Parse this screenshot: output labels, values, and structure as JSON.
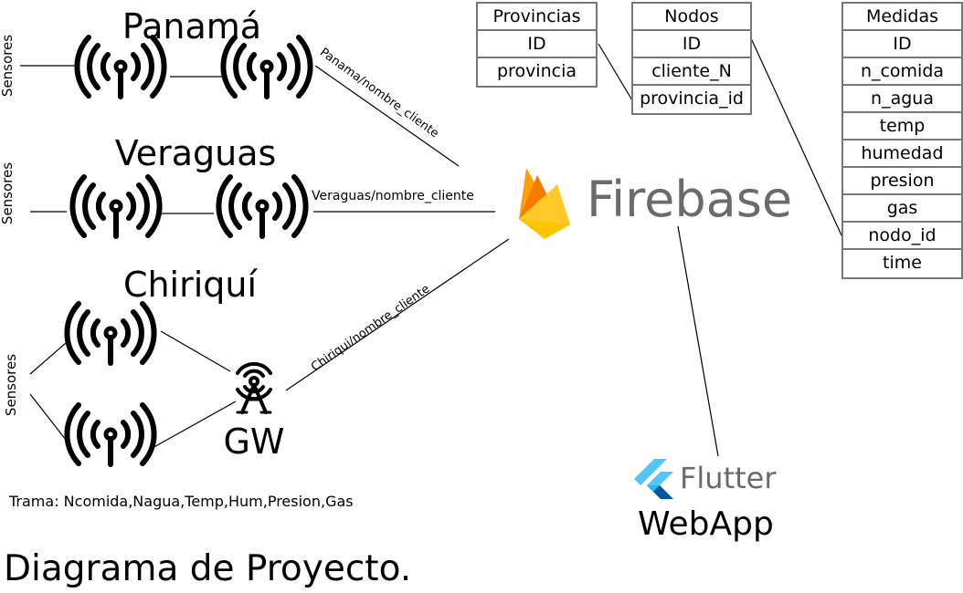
{
  "regions": {
    "panama": {
      "title": "Panamá",
      "sensors_label": "Sensores",
      "route": "Panama/nombre_cliente"
    },
    "veraguas": {
      "title": "Veraguas",
      "sensors_label": "Sensores",
      "route": "Veraguas/nombre_cliente"
    },
    "chiriqui": {
      "title": "Chiriquí",
      "sensors_label": "Sensores",
      "route": "Chiriqui/nombre_cliente"
    }
  },
  "gateway": {
    "label": "GW",
    "icon": "antenna-tower-icon"
  },
  "node_icon": "wireless-signal-icon",
  "firebase": {
    "label": "Firebase",
    "icon": "firebase-flame-icon",
    "colors": [
      "#FFA000",
      "#F57C00",
      "#FFCA28",
      "#FFC400"
    ]
  },
  "flutter": {
    "label": "Flutter",
    "icon": "flutter-logo-icon",
    "colors": [
      "#54C5F8",
      "#01579B",
      "#29B6F6"
    ],
    "app_label": "WebApp"
  },
  "tables": {
    "provincias": {
      "name": "Provincias",
      "fields": [
        "ID",
        "provincia"
      ]
    },
    "nodos": {
      "name": "Nodos",
      "fields": [
        "ID",
        "cliente_N",
        "provincia_id"
      ]
    },
    "medidas": {
      "name": "Medidas",
      "fields": [
        "ID",
        "n_comida",
        "n_agua",
        "temp",
        "humedad",
        "presion",
        "gas",
        "nodo_id",
        "time"
      ]
    }
  },
  "trama": "Trama: Ncomida,Nagua,Temp,Hum,Presion,Gas",
  "footer_title": "Diagrama de Proyecto."
}
